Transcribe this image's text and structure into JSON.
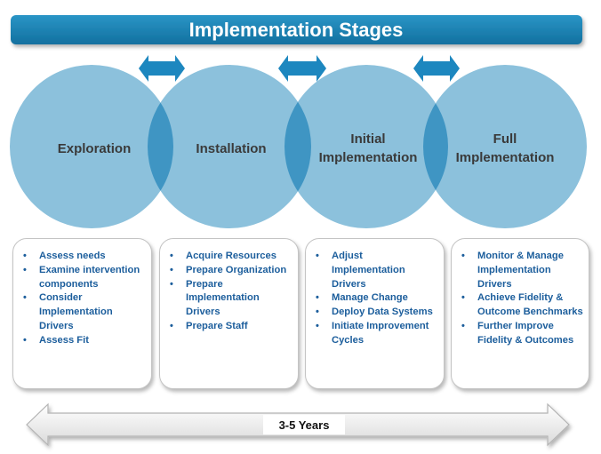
{
  "title": "Implementation Stages",
  "colors": {
    "banner": "#1a7eaf",
    "circle": "#8cc1dc",
    "overlap": "#3f95c3",
    "arrow": "#1d87bf",
    "bullet_text": "#1c5e9c"
  },
  "stages": [
    {
      "name_lines": [
        "Exploration"
      ]
    },
    {
      "name_lines": [
        "Installation"
      ]
    },
    {
      "name_lines": [
        "Initial",
        "Implementation"
      ]
    },
    {
      "name_lines": [
        "Full",
        "Implementation"
      ]
    }
  ],
  "activities": [
    [
      "Assess needs",
      "Examine intervention components",
      "Consider Implementation Drivers",
      "Assess Fit"
    ],
    [
      "Acquire Resources",
      "Prepare Organization",
      "Prepare Implementation Drivers",
      "Prepare Staff"
    ],
    [
      "Adjust Implementation Drivers",
      "Manage Change",
      "Deploy Data Systems",
      "Initiate Improvement Cycles"
    ],
    [
      "Monitor & Manage Implementation Drivers",
      "Achieve Fidelity & Outcome Benchmarks",
      "Further Improve Fidelity & Outcomes"
    ]
  ],
  "timeline": {
    "label": "3-5 Years"
  }
}
